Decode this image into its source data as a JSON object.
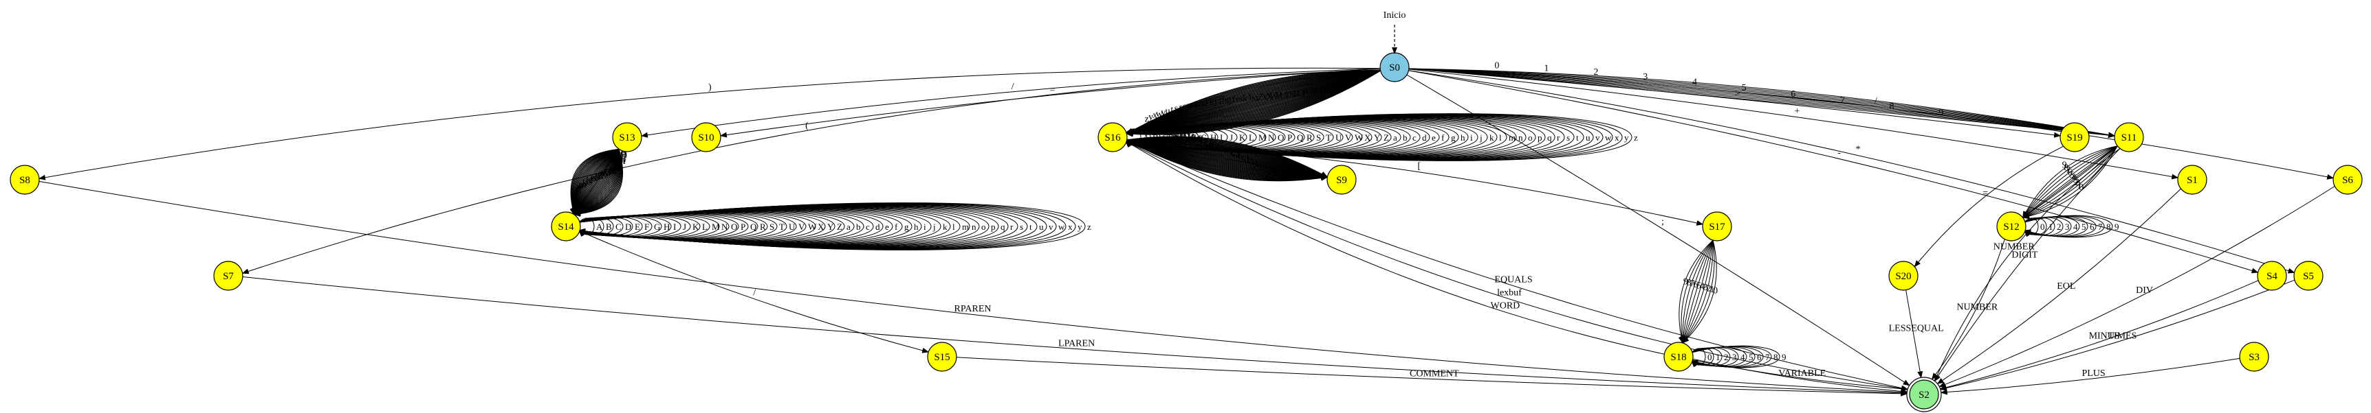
{
  "diagram": {
    "start_label": "Inicio",
    "colors": {
      "initial": "#7ec8e3",
      "state": "#ffff00",
      "accept": "#90ee90",
      "stroke": "#000000"
    },
    "states": [
      {
        "id": "S0",
        "kind": "initial"
      },
      {
        "id": "S13",
        "kind": "state"
      },
      {
        "id": "S10",
        "kind": "state"
      },
      {
        "id": "S16",
        "kind": "state"
      },
      {
        "id": "S19",
        "kind": "state"
      },
      {
        "id": "S11",
        "kind": "state"
      },
      {
        "id": "S1",
        "kind": "state"
      },
      {
        "id": "S6",
        "kind": "state"
      },
      {
        "id": "S8",
        "kind": "state"
      },
      {
        "id": "S9",
        "kind": "state"
      },
      {
        "id": "S14",
        "kind": "state"
      },
      {
        "id": "S12",
        "kind": "state"
      },
      {
        "id": "S7",
        "kind": "state"
      },
      {
        "id": "S17",
        "kind": "state"
      },
      {
        "id": "S20",
        "kind": "state"
      },
      {
        "id": "S4",
        "kind": "state"
      },
      {
        "id": "S5",
        "kind": "state"
      },
      {
        "id": "S15",
        "kind": "state"
      },
      {
        "id": "S3",
        "kind": "state"
      },
      {
        "id": "S18",
        "kind": "state"
      },
      {
        "id": "S2",
        "kind": "accept"
      }
    ],
    "edges": [
      {
        "from": "S0",
        "to": "S7",
        "label": "("
      },
      {
        "from": "S0",
        "to": "S8",
        "label": ")"
      },
      {
        "from": "S0",
        "to": "S13",
        "label": "/"
      },
      {
        "from": "S0",
        "to": "S10",
        "label": "="
      },
      {
        "from": "S0",
        "to": "S19",
        "label": ">"
      },
      {
        "from": "S0",
        "to": "S1",
        "label": "+"
      },
      {
        "from": "S0",
        "to": "S4",
        "label": "-"
      },
      {
        "from": "S0",
        "to": "S5",
        "label": "*"
      },
      {
        "from": "S0",
        "to": "S6",
        "label": "/"
      },
      {
        "from": "S0",
        "to": "S2",
        "label": ";"
      },
      {
        "from": "S13",
        "to": "S14",
        "label": "*"
      },
      {
        "from": "S14",
        "to": "S15",
        "label": "/"
      },
      {
        "from": "S16",
        "to": "S17",
        "label": "["
      },
      {
        "from": "S16",
        "to": "S2",
        "label": "EQUALS"
      },
      {
        "from": "S16",
        "to": "S2",
        "label": "lexbuf"
      },
      {
        "from": "S16",
        "to": "S2",
        "label": "WORD"
      },
      {
        "from": "S18",
        "to": "S2",
        "label": "VARIABLE"
      },
      {
        "from": "S8",
        "to": "S2",
        "label": "RPAREN"
      },
      {
        "from": "S7",
        "to": "S2",
        "label": "LPAREN"
      },
      {
        "from": "S15",
        "to": "S2",
        "label": "COMMENT"
      },
      {
        "from": "S19",
        "to": "S20",
        "label": "="
      },
      {
        "from": "S20",
        "to": "S2",
        "label": "LESSEQUAL"
      },
      {
        "from": "S11",
        "to": "S2",
        "label": "DIGIT"
      },
      {
        "from": "S11",
        "to": "S2",
        "label": "NUMBER"
      },
      {
        "from": "S12",
        "to": "S2",
        "label": "NUMBER"
      },
      {
        "from": "S11",
        "to": "S12",
        "label": "."
      },
      {
        "from": "S1",
        "to": "S2",
        "label": "EOL"
      },
      {
        "from": "S4",
        "to": "S2",
        "label": "MINUS"
      },
      {
        "from": "S5",
        "to": "S2",
        "label": "TIMES"
      },
      {
        "from": "S3",
        "to": "S2",
        "label": "PLUS"
      },
      {
        "from": "S6",
        "to": "S2",
        "label": "DIV"
      }
    ],
    "s0_to_s16_labels": [
      "A",
      "B",
      "C",
      "D",
      "E",
      "F",
      "G",
      "H",
      "I",
      "J",
      "K",
      "L",
      "M",
      "N",
      "O",
      "P",
      "Q",
      "R",
      "S",
      "T",
      "U",
      "V",
      "W",
      "X",
      "Y",
      "Z",
      "a",
      "b",
      "c",
      "d",
      "e",
      "f",
      "g",
      "h",
      "i",
      "j",
      "k",
      "l",
      "m",
      "n",
      "o",
      "p",
      "q",
      "r",
      "s",
      "t",
      "u",
      "v",
      "w",
      "x",
      "y",
      "z"
    ],
    "s0_to_s11_labels": [
      "0",
      "1",
      "2",
      "3",
      "4",
      "5",
      "6",
      "7",
      "8",
      "9"
    ],
    "s13_to_s14_labels": [
      "A",
      "B",
      "C",
      "D",
      "E",
      "F",
      "G",
      "H",
      "I",
      "J",
      "K",
      "L",
      "M",
      "N",
      "O",
      "P",
      "Q",
      "R",
      "S",
      "T",
      "U",
      "V",
      "W",
      "X",
      "Y",
      "Z",
      "a",
      "b",
      "c",
      "d",
      "e",
      "f",
      "g",
      "h",
      "i",
      "j",
      "k",
      "l",
      "m",
      "n",
      "o",
      "p",
      "q",
      "r",
      "s",
      "t",
      "u",
      "v",
      "w",
      "x",
      "y",
      "z"
    ],
    "s14_loop_labels": [
      "A",
      "B",
      "C",
      "D",
      "E",
      "F",
      "G",
      "H",
      "I",
      "J",
      "K",
      "L",
      "M",
      "N",
      "O",
      "P",
      "Q",
      "R",
      "S",
      "T",
      "U",
      "V",
      "W",
      "X",
      "Y",
      "Z",
      "a",
      "b",
      "c",
      "d",
      "e",
      "f",
      "g",
      "h",
      "i",
      "j",
      "k",
      "l",
      "m",
      "n",
      "o",
      "p",
      "q",
      "r",
      "s",
      "t",
      "u",
      "v",
      "w",
      "x",
      "y",
      "z"
    ],
    "s16_loop_labels": [
      "A",
      "B",
      "C",
      "D",
      "E",
      "F",
      "G",
      "H",
      "I",
      "J",
      "K",
      "L",
      "M",
      "N",
      "O",
      "P",
      "Q",
      "R",
      "S",
      "T",
      "U",
      "V",
      "W",
      "X",
      "Y",
      "Z",
      "a",
      "b",
      "c",
      "d",
      "e",
      "f",
      "g",
      "h",
      "i",
      "j",
      "k",
      "l",
      "m",
      "n",
      "o",
      "p",
      "q",
      "r",
      "s",
      "t",
      "u",
      "v",
      "w",
      "x",
      "y",
      "z"
    ],
    "s17_to_s18_labels": [
      "0",
      "1",
      "2",
      "3",
      "4",
      "5",
      "6",
      "7",
      "8",
      "9"
    ],
    "s18_loop_labels": [
      "0",
      "1",
      "2",
      "3",
      "4",
      "5",
      "6",
      "7",
      "8",
      "9"
    ],
    "s11_to_s12_labels": [
      "0",
      "1",
      "2",
      "3",
      "4",
      "5",
      "6",
      "7",
      "8",
      "9"
    ],
    "s12_loop_labels": [
      "0",
      "1",
      "2",
      "3",
      "4",
      "5",
      "6",
      "7",
      "8",
      "9"
    ]
  }
}
